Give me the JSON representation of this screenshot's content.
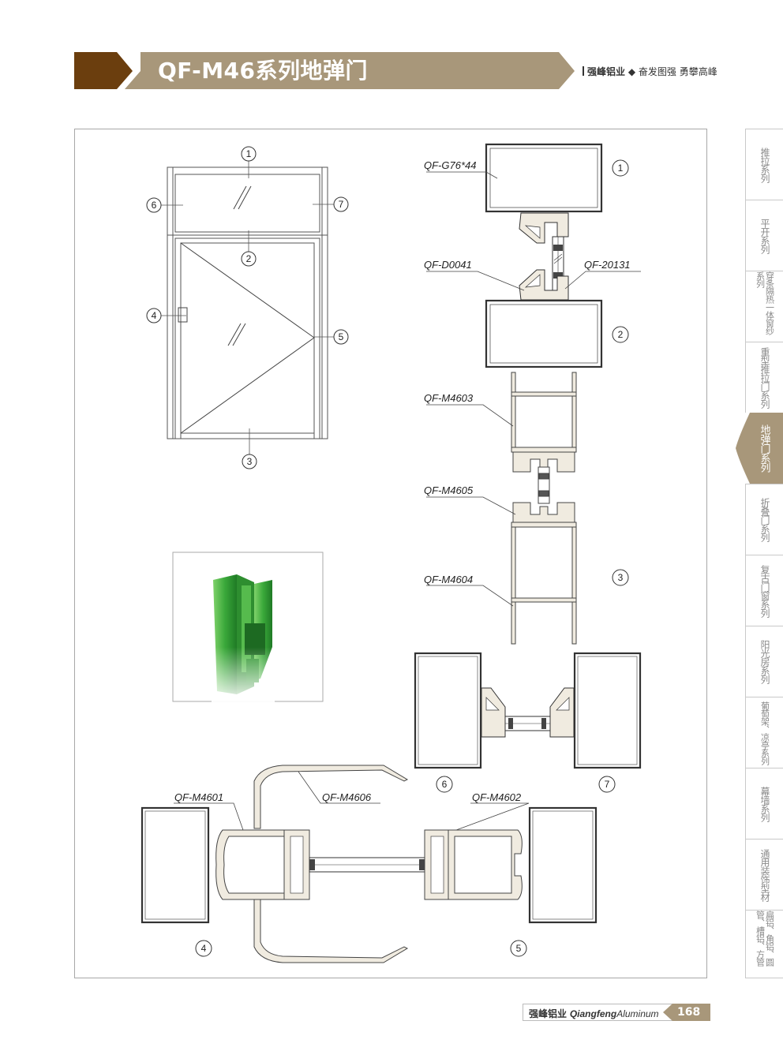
{
  "header": {
    "title": "QF-M46系列地弹门",
    "brand": "强峰铝业",
    "separator": "◆",
    "slogan": "奋发图强 勇攀高峰",
    "colors": {
      "brown": "#6b3e0e",
      "tan": "#a8977a"
    }
  },
  "elevation": {
    "callouts": [
      "1",
      "2",
      "3",
      "4",
      "5",
      "6",
      "7"
    ]
  },
  "sections": {
    "labels": {
      "g76": "QF-G76*44",
      "d0041": "QF-D0041",
      "p20131": "QF-20131",
      "m4603": "QF-M4603",
      "m4605": "QF-M4605",
      "m4604": "QF-M4604",
      "m4601": "QF-M4601",
      "m4606": "QF-M4606",
      "m4602": "QF-M4602"
    },
    "profile_color": "#f0ebe0"
  },
  "tabs": [
    {
      "label": "推拉系列"
    },
    {
      "label": "平开系列"
    },
    {
      "label": "穿条隔热一体窗纱系列"
    },
    {
      "label": "重型推拉门系列"
    },
    {
      "label": "地弹门系列",
      "active": true
    },
    {
      "label": "折叠门系列"
    },
    {
      "label": "复古门窗系列"
    },
    {
      "label": "阳光房系列"
    },
    {
      "label": "葡萄架、凉亭系列"
    },
    {
      "label": "幕墙系列"
    },
    {
      "label": "通用装饰型材"
    },
    {
      "label": "扁铝、角铝、圆管、槽铝、方管"
    }
  ],
  "footer": {
    "brand_cn": "强峰铝业",
    "brand_en_bold": "Qiangfeng",
    "brand_en": "Aluminum",
    "page": "168"
  }
}
